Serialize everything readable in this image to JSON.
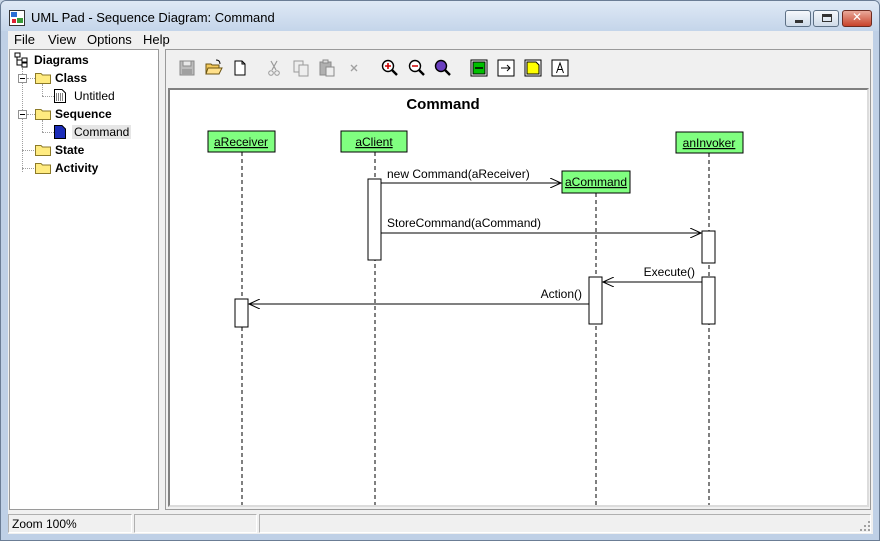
{
  "window": {
    "title": "UML Pad - Sequence Diagram: Command",
    "controls": {
      "minimize": "_",
      "maximize": "□",
      "close": "✕"
    }
  },
  "menu": [
    "File",
    "View",
    "Options",
    "Help"
  ],
  "tree": {
    "root": "Diagrams",
    "class_group": "Class",
    "class_item": "Untitled",
    "sequence_group": "Sequence",
    "sequence_item": "Command",
    "state_group": "State",
    "activity_group": "Activity"
  },
  "toolbar": [
    "save-icon",
    "open-folder-icon",
    "new-document-icon",
    "cut-icon",
    "copy-icon",
    "paste-icon",
    "delete-icon",
    "zoom-in-icon",
    "zoom-out-icon",
    "zoom-fit-icon",
    "add-object-icon",
    "add-message-icon",
    "add-note-icon",
    "add-text-icon"
  ],
  "diagram": {
    "title": "Command",
    "objects": [
      "aReceiver",
      "aClient",
      "aCommand",
      "anInvoker"
    ],
    "messages": [
      "new Command(aReceiver)",
      "StoreCommand(aCommand)",
      "Execute()",
      "Action()"
    ],
    "colors": {
      "object_fill": "#80ff80",
      "line": "#000000"
    }
  },
  "status": {
    "zoom": "Zoom 100%"
  }
}
